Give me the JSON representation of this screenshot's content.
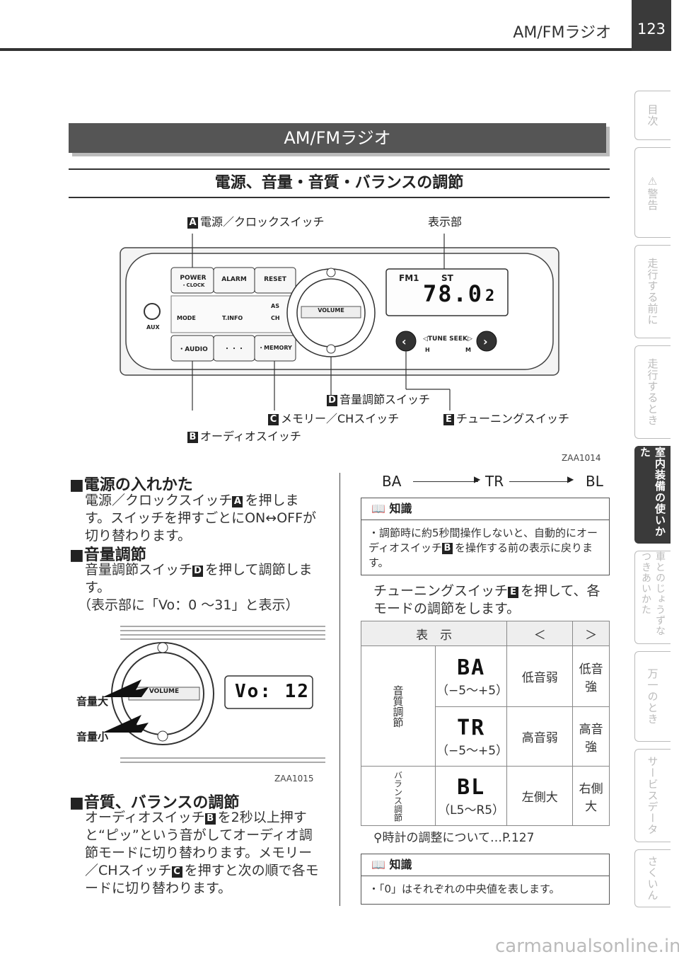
{
  "header": {
    "title": "AM/FMラジオ",
    "page_number": "123"
  },
  "side_tabs": [
    {
      "label": "目次",
      "active": false
    },
    {
      "label": "⚠警告",
      "active": false
    },
    {
      "label": "走行する前に",
      "active": false
    },
    {
      "label": "走行するとき",
      "active": false
    },
    {
      "label": "室内装備の使いかた",
      "active": true
    },
    {
      "label": "車とのじょうずなつきあいかた",
      "active": false
    },
    {
      "label": "万一のとき",
      "active": false
    },
    {
      "label": "サービスデータ",
      "active": false
    },
    {
      "label": "さくいん",
      "active": false
    }
  ],
  "section": {
    "banner": "AM/FMラジオ",
    "subtitle": "電源、音量・音質・バランスの調節"
  },
  "figure1": {
    "callouts": {
      "A": {
        "letter": "A",
        "text": "電源／クロックスイッチ"
      },
      "display": {
        "text": "表示部"
      },
      "D": {
        "letter": "D",
        "text": "音量調節スイッチ"
      },
      "C": {
        "letter": "C",
        "text": "メモリー／CHスイッチ"
      },
      "E": {
        "letter": "E",
        "text": "チューニングスイッチ"
      },
      "B": {
        "letter": "B",
        "text": "オーディオスイッチ"
      }
    },
    "buttons": {
      "power": "POWER",
      "power_sub": "・CLOCK",
      "alarm": "ALARM",
      "reset": "RESET",
      "mode": "MODE",
      "tinfo": "T.INFO",
      "as": "AS",
      "ch": "CH",
      "audio": "・AUDIO",
      "dots": "・・・",
      "memory": "・MEMORY",
      "aux": "AUX",
      "volume": "VOLUME",
      "tune_seek": "TUNE SEEK",
      "h": "H",
      "m": "M"
    },
    "display": {
      "band": "FM1",
      "st": "ST",
      "freq": "78.0",
      "preset": "2"
    },
    "code": "ZAA1014"
  },
  "left": {
    "power_heading": "■電源の入れかた",
    "power_text_1": "電源／クロックスイッチ",
    "power_letter": "A",
    "power_text_2": "を押します。スイッチを押すごとにON↔OFFが切り替わります。",
    "volume_heading": "■音量調節",
    "volume_text_1": "音量調節スイッチ",
    "volume_letter": "D",
    "volume_text_2": "を押して調節します。",
    "volume_text_3": "（表示部に「Vo：0 〜31」と表示）",
    "fig2": {
      "label_up": "音量大",
      "label_down": "音量小",
      "volume": "VOLUME",
      "display": "Vo: 12",
      "code": "ZAA1015"
    },
    "tone_heading": "■音質、バランスの調節",
    "tone_text_1": "オーディオスイッチ",
    "tone_letter_b": "B",
    "tone_text_2": "を2秒以上押すと“ピッ”という音がしてオーディオ調節モードに切り替わります。メモリー／CHスイッチ",
    "tone_letter_c": "C",
    "tone_text_3": "を押すと次の順で各モードに切り替わります。"
  },
  "right": {
    "sequence": [
      "BA",
      "TR",
      "BL"
    ],
    "info1": {
      "head": "知識",
      "text_1": "・調節時に約5秒間操作しないと、自動的にオーディオスイッチ",
      "letter": "B",
      "text_2": "を操作する前の表示に戻ります。"
    },
    "tuning_text_1": "チューニングスイッチ",
    "tuning_letter": "E",
    "tuning_text_2": "を押して、各モードの調節をします。",
    "table": {
      "headers": [
        "表　示",
        "＜",
        "＞"
      ],
      "group_tone": "音質調節",
      "group_balance": "バランス調節",
      "rows": [
        {
          "disp": "BA",
          "range": "（−5〜+5）",
          "left": "低音弱",
          "right": "低音強"
        },
        {
          "disp": "TR",
          "range": "（−5〜+5）",
          "left": "高音弱",
          "right": "高音強"
        },
        {
          "disp": "BL",
          "range": "（L5〜R5）",
          "left": "左側大",
          "right": "右側大"
        }
      ]
    },
    "clock_ref": "時計の調整について…P.127",
    "info2": {
      "head": "知識",
      "text": "・「0」はそれぞれの中央値を表します。"
    }
  },
  "footer": "carmanualsonline.info"
}
